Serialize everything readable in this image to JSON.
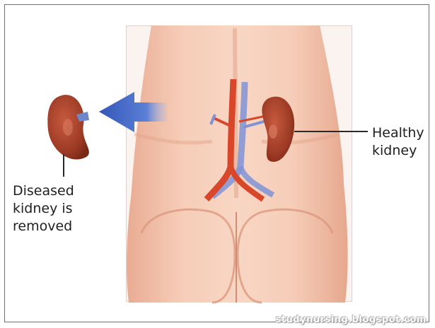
{
  "labels": {
    "healthy": {
      "line1": "Healthy",
      "line2": "kidney"
    },
    "diseased": {
      "line1": "Diseased",
      "line2": "kidney is",
      "line3": "removed"
    }
  },
  "watermark": "studynursing.blogspot.com",
  "colors": {
    "skin": "#f2c4ad",
    "kidney": "#a8432c",
    "artery": "#d8452a",
    "vein": "#7d8fd0",
    "arrow": "#3f66c4",
    "leader_line": "#2a2a2a"
  },
  "icons": {
    "arrow": "left-arrow-icon",
    "healthy_kidney": "kidney-icon",
    "removed_kidney": "kidney-icon"
  }
}
